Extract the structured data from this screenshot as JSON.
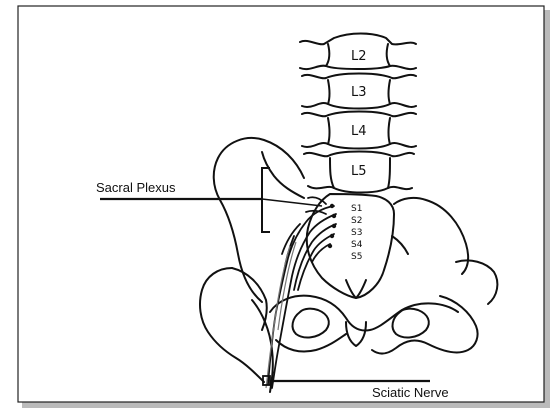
{
  "vertebrae": [
    "L2",
    "L3",
    "L4",
    "L5"
  ],
  "sacral_segments": [
    "S1",
    "S2",
    "S3",
    "S4",
    "S5"
  ],
  "callouts": {
    "sacral_plexus": "Sacral Plexus",
    "sciatic_nerve": "Sciatic Nerve"
  }
}
